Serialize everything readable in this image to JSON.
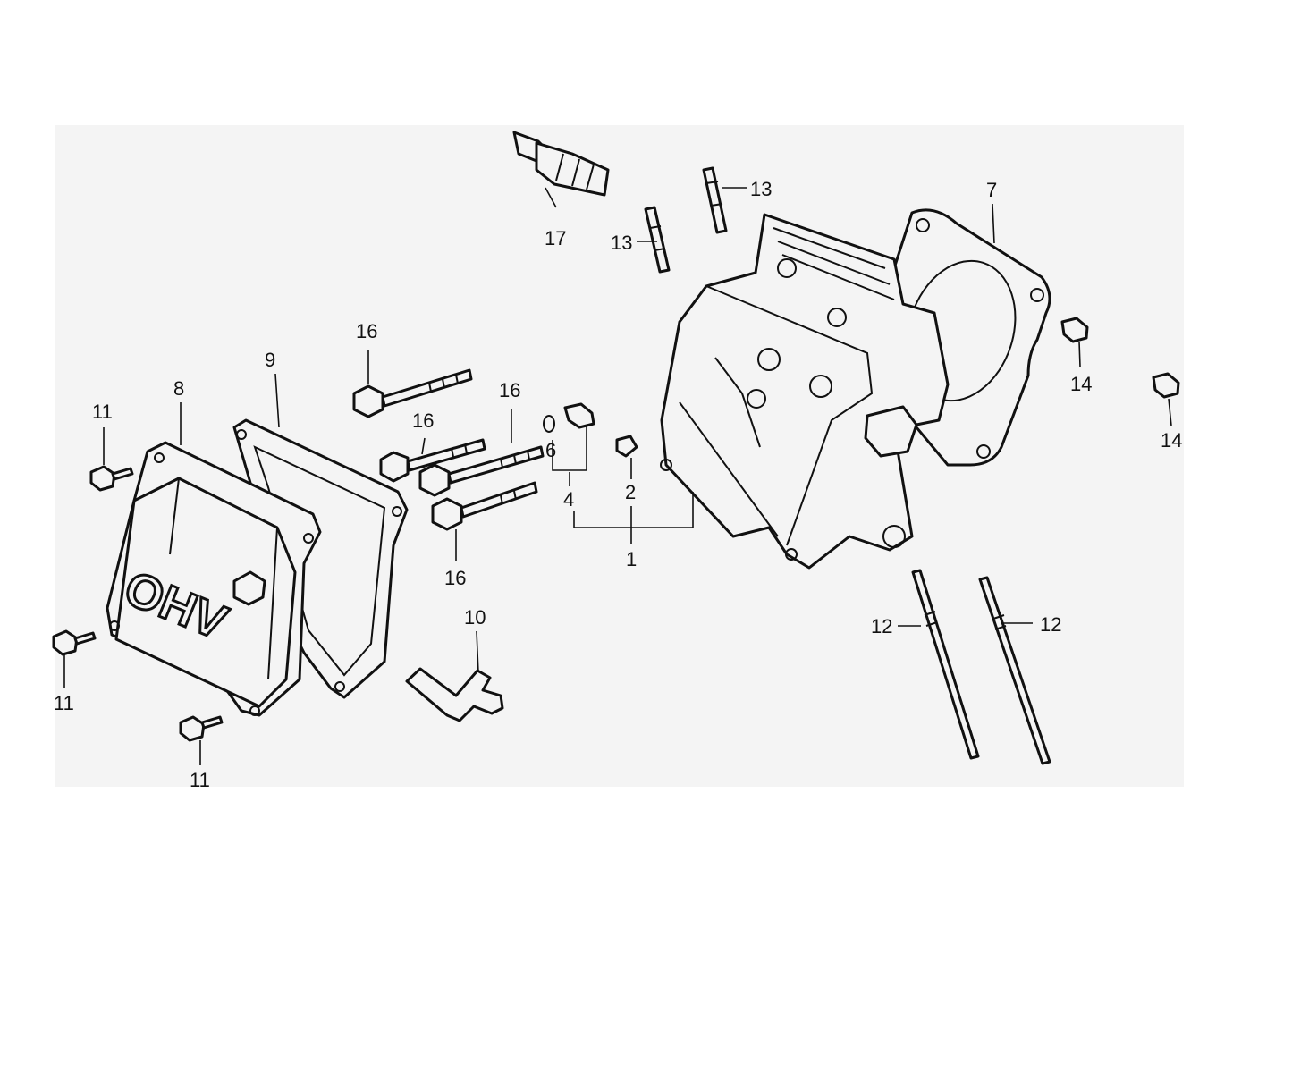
{
  "callouts": {
    "c1": "1",
    "c2": "2",
    "c4": "4",
    "c6": "6",
    "c7": "7",
    "c8": "8",
    "c9": "9",
    "c10": "10",
    "c11": "11",
    "c12": "12",
    "c13": "13",
    "c14": "14",
    "c16": "16",
    "c17": "17"
  },
  "cover_logo": "OHV",
  "colors": {
    "line": "#111111",
    "panel": "#f4f4f4",
    "background": "#ffffff"
  }
}
